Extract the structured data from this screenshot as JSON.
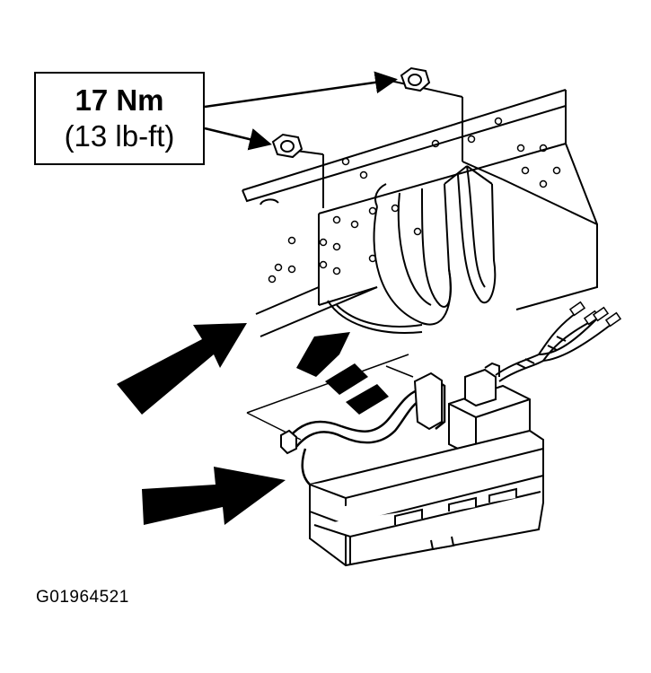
{
  "torque_spec": {
    "metric": "17 Nm",
    "imperial": "(13 lb-ft)"
  },
  "figure_id": "G01964521"
}
